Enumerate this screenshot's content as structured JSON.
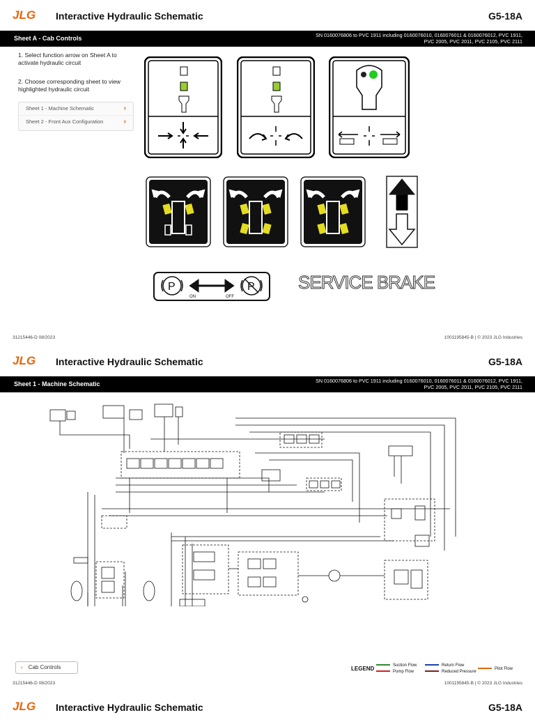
{
  "brand": {
    "logo_text": "JLG",
    "logo_color": "#e8650a"
  },
  "header": {
    "title": "Interactive Hydraulic Schematic",
    "model": "G5-18A"
  },
  "serial_note": "SN 0160076806 to PVC 1911 including 0160076010, 0160076011 & 0160076012, PVC 1911, PVC 2005, PVC 2011, PVC 2105, PVC 2111",
  "pages": [
    {
      "sheet_title": "Sheet A - Cab Controls",
      "instructions": [
        "1. Select function arrow on Sheet A to activate hydraulic circuit",
        "2. Choose corresponding sheet to view highlighted hydraulic circuit"
      ],
      "menu": [
        {
          "label": "Sheet 1 - Machine Schematic"
        },
        {
          "label": "Sheet 2 - Front Aux Configuration"
        }
      ],
      "park_brake": {
        "on": "ON",
        "off": "OFF"
      },
      "service_brake": "SERVICE BRAKE",
      "footer_left": "31215446-D 08/2023",
      "footer_right": "1001195845-B | © 2023 JLG Industries"
    },
    {
      "sheet_title": "Sheet 1 - Machine Schematic",
      "back_button": "Cab Controls",
      "legend": {
        "title": "LEGEND",
        "items": [
          {
            "label": "Suction Flow",
            "color": "#2e8b2e"
          },
          {
            "label": "Pump Flow",
            "color": "#d42020"
          },
          {
            "label": "Return Flow",
            "color": "#1d3fa8"
          },
          {
            "label": "Reduced Pressure",
            "color": "#7a1f1f"
          },
          {
            "label": "Pilot Flow",
            "color": "#e06a10"
          }
        ]
      },
      "footer_left": "31215446-D 08/2023",
      "footer_right": "1001195845-B | © 2023 JLG Industries"
    },
    {}
  ],
  "icons": {
    "joystick_indicator": "#9acd32",
    "steer_tires": "#e4dc20",
    "arrow_color": "#ffffff"
  }
}
